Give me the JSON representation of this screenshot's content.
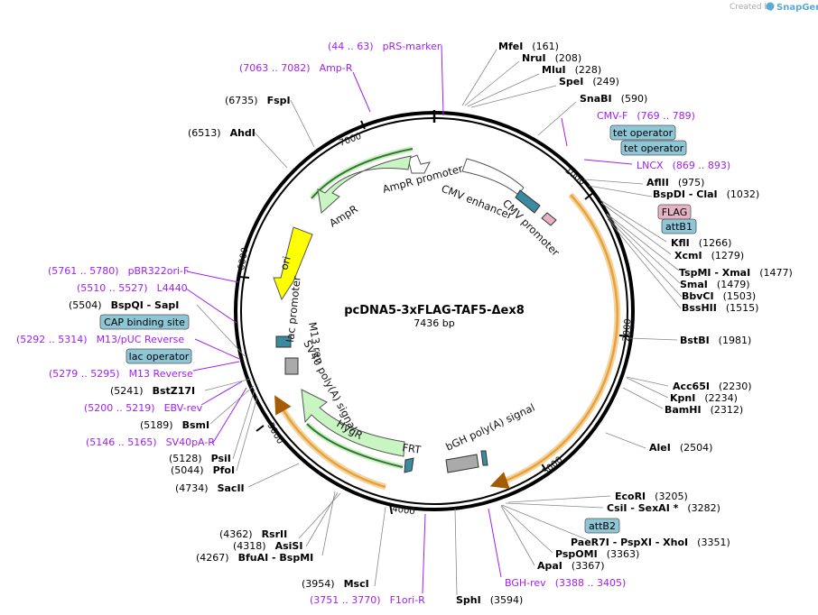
{
  "header": {
    "created_by": "Created by",
    "brand": "SnapGene"
  },
  "plasmid": {
    "name": "pcDNA5-3xFLAG-TAF5-Δex8",
    "length": "7436 bp"
  },
  "ticks": [
    "1000",
    "2000",
    "3000",
    "4000",
    "5000",
    "6000",
    "7000"
  ],
  "enzymes_right": [
    {
      "name": "MfeI",
      "pos": "(161)"
    },
    {
      "name": "NruI",
      "pos": "(208)"
    },
    {
      "name": "MluI",
      "pos": "(228)"
    },
    {
      "name": "SpeI",
      "pos": "(249)"
    },
    {
      "name": "SnaBI",
      "pos": "(590)"
    },
    {
      "name": "AflII",
      "pos": "(975)"
    },
    {
      "name": "BspDI - ClaI",
      "pos": "(1032)"
    },
    {
      "name": "KflI",
      "pos": "(1266)"
    },
    {
      "name": "XcmI",
      "pos": "(1279)"
    },
    {
      "name": "TspMI - XmaI",
      "pos": "(1477)"
    },
    {
      "name": "SmaI",
      "pos": "(1479)"
    },
    {
      "name": "BbvCI",
      "pos": "(1503)"
    },
    {
      "name": "BssHII",
      "pos": "(1515)"
    },
    {
      "name": "BstBI",
      "pos": "(1981)"
    },
    {
      "name": "Acc65I",
      "pos": "(2230)"
    },
    {
      "name": "KpnI",
      "pos": "(2234)"
    },
    {
      "name": "BamHI",
      "pos": "(2312)"
    },
    {
      "name": "AleI",
      "pos": "(2504)"
    },
    {
      "name": "EcoRI",
      "pos": "(3205)"
    },
    {
      "name": "CsiI - SexAI *",
      "pos": "(3282)"
    },
    {
      "name": "PaeR7I - PspXI - XhoI",
      "pos": "(3351)"
    },
    {
      "name": "PspOMI",
      "pos": "(3363)"
    },
    {
      "name": "ApaI",
      "pos": "(3367)"
    },
    {
      "name": "SphI",
      "pos": "(3594)"
    }
  ],
  "enzymes_left": [
    {
      "name": "FspI",
      "pos": "(6735)"
    },
    {
      "name": "AhdI",
      "pos": "(6513)"
    },
    {
      "name": "BspQI - SapI",
      "pos": "(5504)"
    },
    {
      "name": "BstZ17I",
      "pos": "(5241)"
    },
    {
      "name": "BsmI",
      "pos": "(5189)"
    },
    {
      "name": "PsiI",
      "pos": "(5128)"
    },
    {
      "name": "PfoI",
      "pos": "(5044)"
    },
    {
      "name": "SacII",
      "pos": "(4734)"
    },
    {
      "name": "RsrII",
      "pos": "(4362)"
    },
    {
      "name": "AsiSI",
      "pos": "(4318)"
    },
    {
      "name": "BfuAI - BspMI",
      "pos": "(4267)"
    },
    {
      "name": "MscI",
      "pos": "(3954)"
    }
  ],
  "primers": [
    {
      "name": "pRS-marker",
      "range": "(44 .. 63)"
    },
    {
      "name": "Amp-R",
      "range": "(7063 .. 7082)"
    },
    {
      "name": "CMV-F",
      "range": "(769 .. 789)"
    },
    {
      "name": "LNCX",
      "range": "(869 .. 893)"
    },
    {
      "name": "pBR322ori-F",
      "range": "(5761 .. 5780)"
    },
    {
      "name": "L4440",
      "range": "(5510 .. 5527)"
    },
    {
      "name": "M13/pUC Reverse",
      "range": "(5292 .. 5314)"
    },
    {
      "name": "M13 Reverse",
      "range": "(5279 .. 5295)"
    },
    {
      "name": "EBV-rev",
      "range": "(5200 .. 5219)"
    },
    {
      "name": "SV40pA-R",
      "range": "(5146 .. 5165)"
    },
    {
      "name": "F1ori-R",
      "range": "(3751 .. 3770)"
    },
    {
      "name": "BGH-rev",
      "range": "(3388 .. 3405)"
    }
  ],
  "boxed_features": {
    "tet_operator_1": "tet operator",
    "tet_operator_2": "tet operator",
    "flag": "FLAG",
    "attb1": "attB1",
    "attb2": "attB2",
    "cap": "CAP binding site",
    "lac_operator": "lac operator"
  },
  "inner_features": {
    "ampr_promoter": "AmpR promoter",
    "ampr": "AmpR",
    "cmv_enhancer": "CMV enhancer",
    "cmv_promoter": "CMV promoter",
    "ori": "ori",
    "lac_promoter": "lac promoter",
    "m13_rev": "M13 rev",
    "sv40": "SV40 poly(A) signal",
    "hygr": "HygR",
    "frt": "FRT",
    "bgh": "bGH poly(A) signal"
  },
  "colors": {
    "primer": "#a020f0",
    "boxed_blue": "#8ec6d6",
    "boxed_pink": "#e6b3c4",
    "ampr_fill": "#c9f5c2",
    "ori_fill": "#ffff00",
    "orf_arc": "#e6a23c"
  }
}
